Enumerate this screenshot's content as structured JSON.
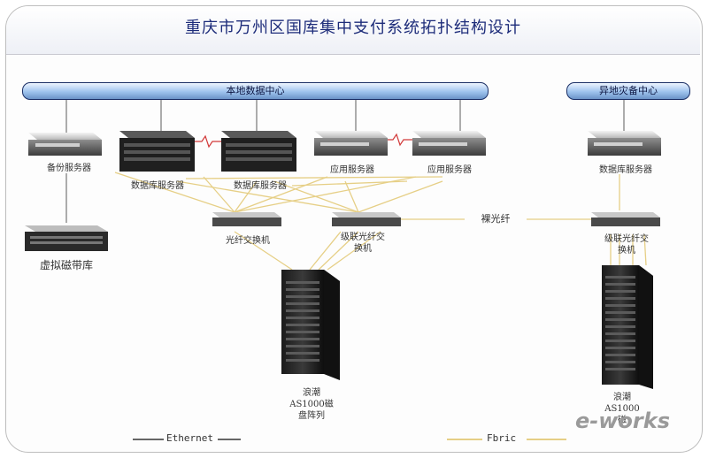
{
  "title": "重庆市万州区国库集中支付系统拓扑结构设计",
  "buses": {
    "local": "本地数据中心",
    "remote": "异地灾备中心"
  },
  "devices": {
    "backup_server": "备份服务器",
    "db_server_1": "数据库服务器",
    "db_server_2": "数据库服务器",
    "app_server_1": "应用服务器",
    "app_server_2": "应用服务器",
    "remote_db_server": "数据库服务器",
    "fc_switch": "光纤交换机",
    "cascade_switch_line1": "级联光纤交",
    "cascade_switch_line2": "换机",
    "remote_switch_line1": "级联光纤交",
    "remote_switch_line2": "换机",
    "tape_library": "虚拟磁带库",
    "storage_local_line1": "浪潮",
    "storage_local_line2": "AS1000磁",
    "storage_local_line3": "盘阵列",
    "storage_remote_line1": "浪潮",
    "storage_remote_line2": "AS1000",
    "storage_remote_line3": "磁"
  },
  "link_label": "裸光纤",
  "legend": {
    "ethernet": "Ethernet",
    "fabric": "Fbric"
  },
  "watermark": "e-works"
}
